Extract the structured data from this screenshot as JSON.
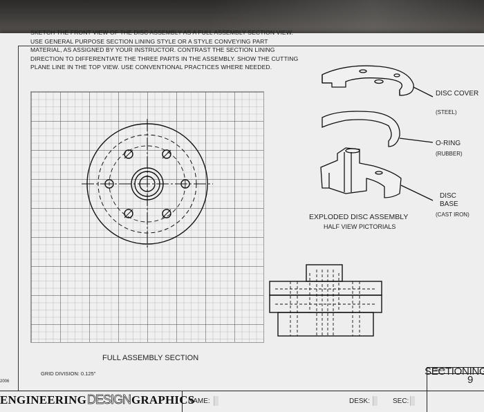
{
  "instructions": "SKETCH THE FRONT VIEW OF THE DISC ASSEMBLY AS A FULL ASSEMBLY SECTION VIEW.  USE GENERAL PURPOSE SECTION LINING STYLE OR A STYLE CONVEYING PART MATERIAL, AS ASSIGNED BY YOUR INSTRUCTOR.  CONTRAST THE SECTION LINING DIRECTION TO DIFFERENTIATE THE THREE PARTS IN THE ASSEMBLY.  SHOW THE CUTTING PLANE LINE IN THE TOP VIEW.  USE CONVENTIONAL PRACTICES WHERE NEEDED.",
  "parts": [
    {
      "name": "DISC COVER",
      "material": "(STEEL)"
    },
    {
      "name": "O-RING",
      "material": "(RUBBER)"
    },
    {
      "name": "DISC BASE",
      "material": "(CAST IRON)"
    }
  ],
  "pictorial_caption": "EXPLODED DISC ASSEMBLY",
  "pictorial_subcaption": "HALF VIEW PICTORIALS",
  "section_title": "FULL ASSEMBLY SECTION",
  "grid_division": "GRID DIVISION: 0.125\"",
  "unit_title": "SECTIONING",
  "copyright": "2006",
  "title_block": {
    "brand_left": "ENGINEERING",
    "brand_mid": "DESIGN",
    "brand_right": "GRAPHICS",
    "name_label": "NAME:",
    "desk_label": "DESK:",
    "sec_label": "SEC:",
    "grade_label": "GRADE",
    "grade_value": "9"
  }
}
